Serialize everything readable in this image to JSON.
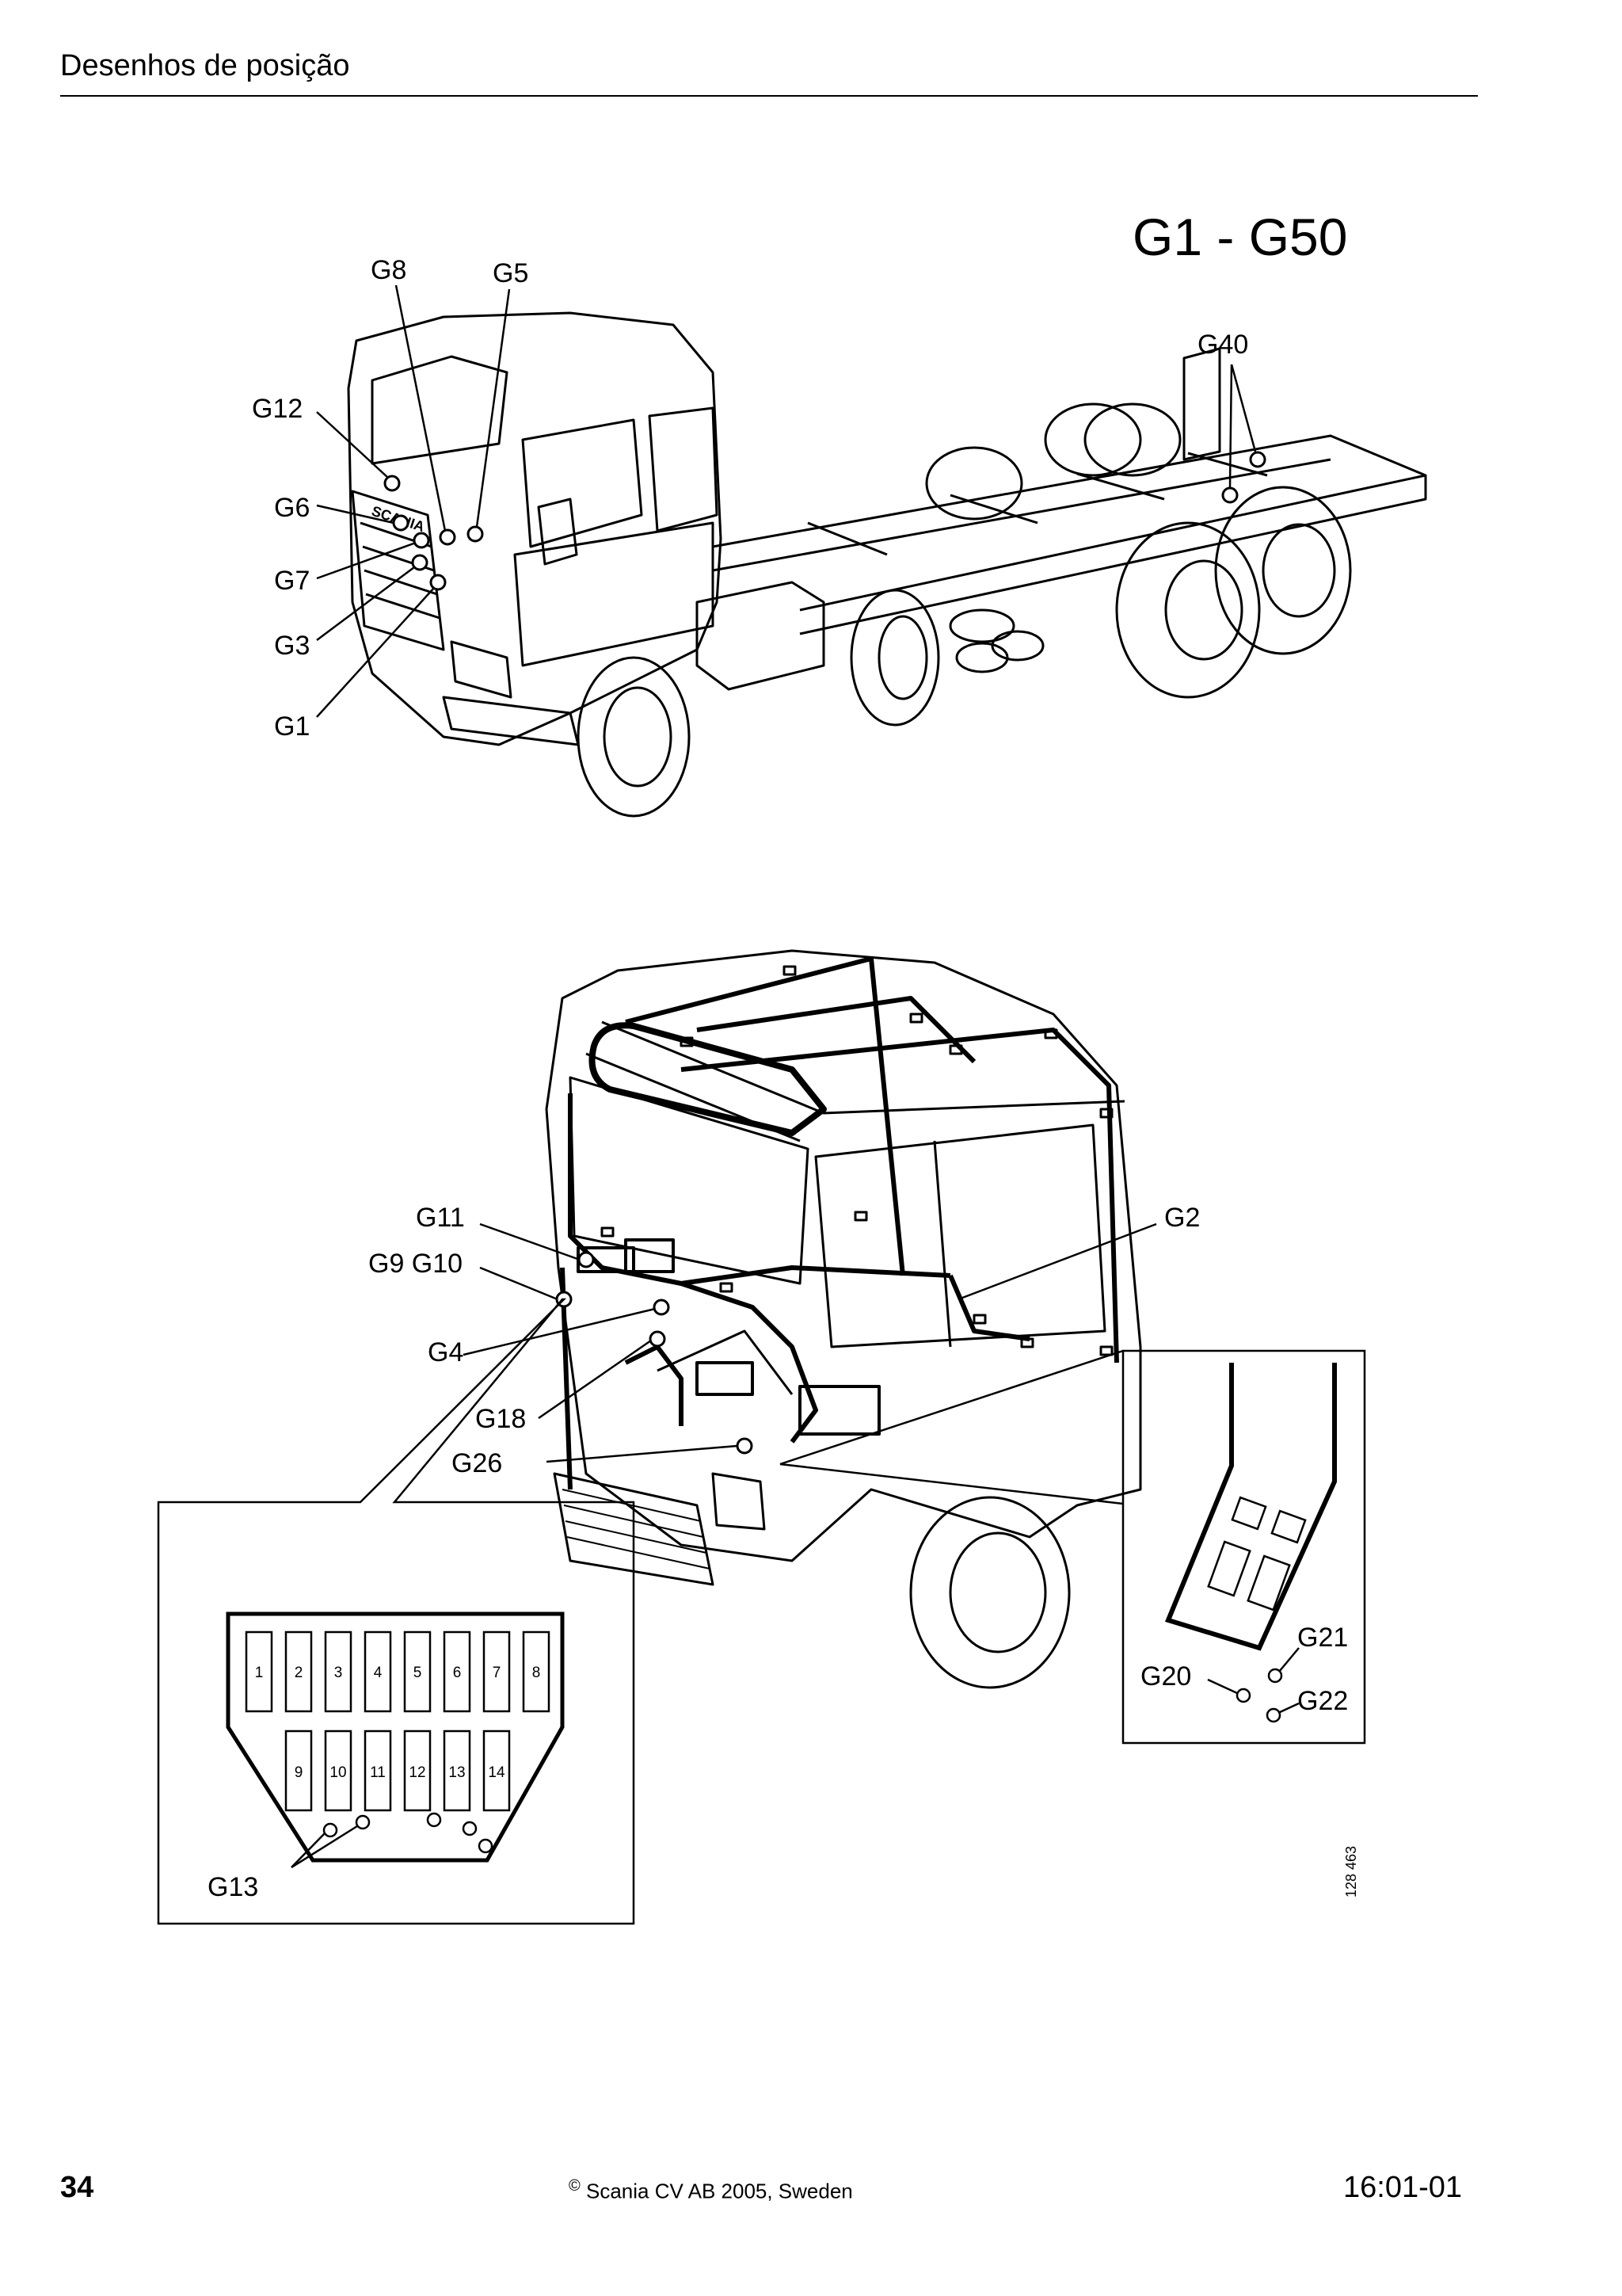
{
  "header": {
    "title": "Desenhos de posição"
  },
  "figure_title": "G1 - G50",
  "truck_labels": {
    "g8": "G8",
    "g5": "G5",
    "g40": "G40",
    "g12": "G12",
    "g6": "G6",
    "g7": "G7",
    "g3": "G3",
    "g1": "G1"
  },
  "logo_text": "SCANIA",
  "cab_labels": {
    "g11": "G11",
    "g9_g10": "G9 G10",
    "g4": "G4",
    "g18": "G18",
    "g26": "G26",
    "g2": "G2"
  },
  "fuse_box": {
    "label": "G13",
    "top_row": [
      "1",
      "2",
      "3",
      "4",
      "5",
      "6",
      "7",
      "8"
    ],
    "bottom_row": [
      "9",
      "10",
      "11",
      "12",
      "13",
      "14"
    ]
  },
  "detail_labels": {
    "g20": "G20",
    "g21": "G21",
    "g22": "G22"
  },
  "figure_number": "128 463",
  "footer": {
    "page_number": "34",
    "copyright_symbol": "©",
    "copyright": "Scania CV AB 2005, Sweden",
    "doc_id": "16:01-01"
  }
}
